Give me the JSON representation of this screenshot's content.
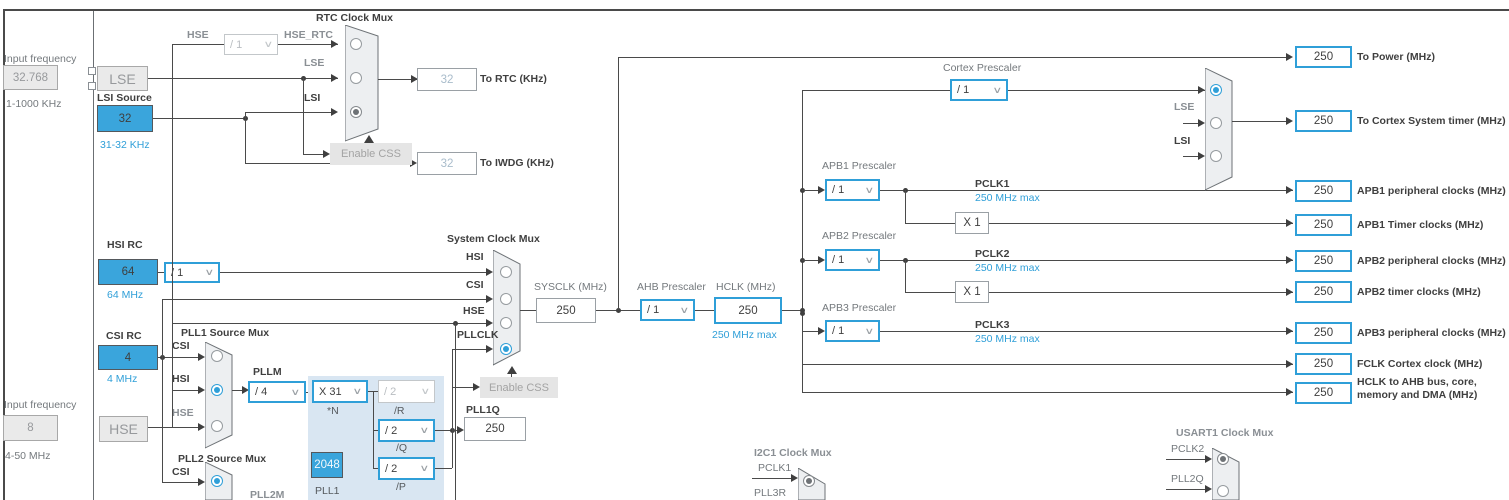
{
  "colors": {
    "accent_blue": "#2f9fd8",
    "fill_blue": "#3aa5dc",
    "panel_blue": "#d9e6f2"
  },
  "left": {
    "freq_top_label": "Input frequency",
    "freq_top_value": "32.768",
    "freq_top_range": "1-1000 KHz",
    "lse": "LSE",
    "lsi_label": "LSI Source",
    "lsi_value": "32",
    "lsi_range": "31-32 KHz",
    "hsi_label": "HSI RC",
    "hsi_value": "64",
    "hsi_div": "/ 1",
    "hsi_freq": "64 MHz",
    "csi_label": "CSI RC",
    "csi_value": "4",
    "csi_freq": "4 MHz",
    "freq_bot_label": "Input frequency",
    "freq_bot_value": "8",
    "freq_bot_range": "4-50 MHz",
    "hse": "HSE"
  },
  "rtc": {
    "title": "RTC Clock Mux",
    "hse": "HSE",
    "div": "/ 1",
    "hse_rtc": "HSE_RTC",
    "lse": "LSE",
    "lsi": "LSI",
    "css": "Enable CSS",
    "rtc_value": "32",
    "rtc_label": "To RTC (KHz)",
    "iwdg_value": "32",
    "iwdg_label": "To IWDG (KHz)"
  },
  "sys": {
    "title": "System Clock Mux",
    "in_hsi": "HSI",
    "in_csi": "CSI",
    "in_hse": "HSE",
    "in_pll": "PLLCLK",
    "css": "Enable CSS",
    "sysclk_label": "SYSCLK (MHz)",
    "sysclk": "250"
  },
  "ahb": {
    "label": "AHB Prescaler",
    "div": "/ 1",
    "hclk_label": "HCLK (MHz)",
    "hclk": "250",
    "max": "250 MHz max"
  },
  "cortex": {
    "label": "Cortex Prescaler",
    "div": "/ 1"
  },
  "apb1": {
    "label": "APB1 Prescaler",
    "div": "/ 1",
    "pclk": "PCLK1",
    "max": "250 MHz max",
    "mult": "X 1"
  },
  "apb2": {
    "label": "APB2 Prescaler",
    "div": "/ 1",
    "pclk": "PCLK2",
    "max": "250 MHz max",
    "mult": "X 1"
  },
  "apb3": {
    "label": "APB3 Prescaler",
    "div": "/ 1",
    "pclk": "PCLK3",
    "max": "250 MHz max"
  },
  "tmux": {
    "lse": "LSE",
    "lsi": "LSI"
  },
  "pll1": {
    "title": "PLL1 Source Mux",
    "csi": "CSI",
    "hsi": "HSI",
    "hse": "HSE",
    "pllm_label": "PLLM",
    "pllm": "/ 4",
    "n": "X 31",
    "n_label": "*N",
    "r": "/ 2",
    "r_label": "/R",
    "q": "/ 2",
    "q_label": "/Q",
    "p": "/ 2",
    "p_label": "/P",
    "vco": "2048",
    "name": "PLL1",
    "q_out_label": "PLL1Q",
    "q_out": "250",
    "css": "Enable CSS"
  },
  "pll2": {
    "title": "PLL2 Source Mux",
    "csi": "CSI",
    "m_label": "PLL2M"
  },
  "i2c1": {
    "title": "I2C1 Clock Mux",
    "pclk1": "PCLK1",
    "pll3r": "PLL3R"
  },
  "usart1": {
    "title": "USART1 Clock Mux",
    "pclk2": "PCLK2",
    "pll2q": "PLL2Q"
  },
  "outputs": [
    {
      "value": "250",
      "label": "To Power (MHz)"
    },
    {
      "value": "250",
      "label": "To Cortex System timer (MHz)"
    },
    {
      "value": "250",
      "label": "APB1 peripheral clocks (MHz)"
    },
    {
      "value": "250",
      "label": "APB1 Timer clocks (MHz)"
    },
    {
      "value": "250",
      "label": "APB2 peripheral clocks (MHz)"
    },
    {
      "value": "250",
      "label": "APB2 timer clocks (MHz)"
    },
    {
      "value": "250",
      "label": "APB3 peripheral clocks (MHz)"
    },
    {
      "value": "250",
      "label": "FCLK Cortex clock (MHz)"
    },
    {
      "value": "250",
      "label": "HCLK to AHB bus, core, memory and DMA (MHz)"
    }
  ]
}
